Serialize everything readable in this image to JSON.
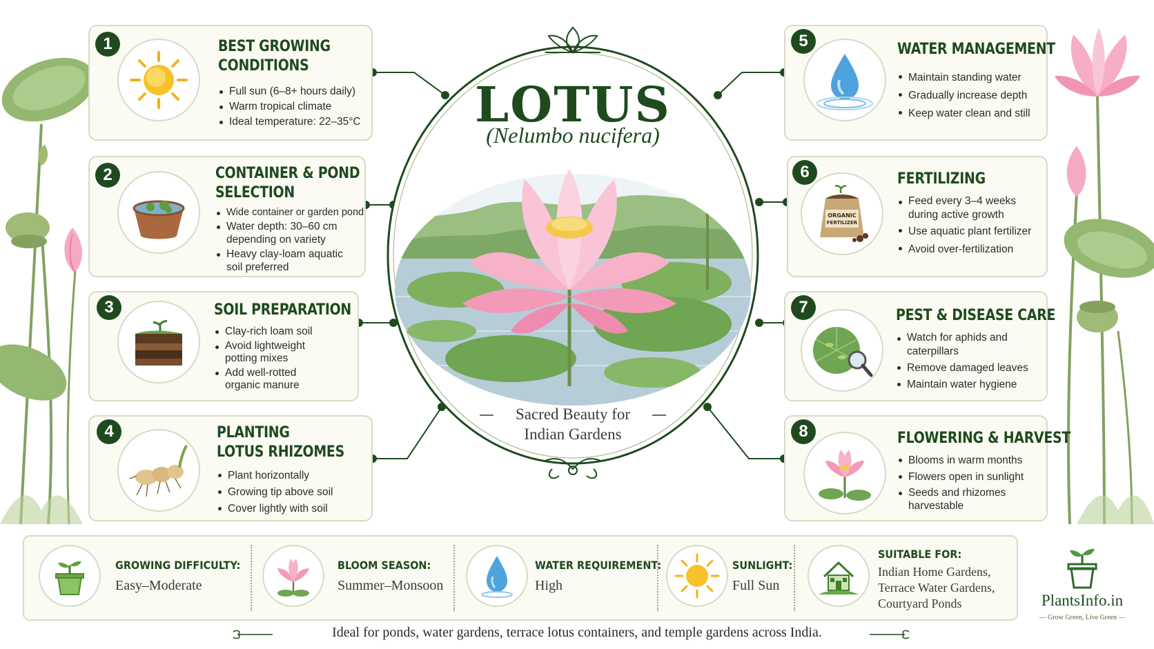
{
  "header": {
    "title": "LOTUS",
    "scientific_name": "(Nelumbo nucifera)",
    "tagline_line1": "Sacred Beauty for",
    "tagline_line2": "Indian Gardens"
  },
  "cards": [
    {
      "number": "1",
      "title_line1": "BEST GROWING",
      "title_line2": "CONDITIONS",
      "bullets": [
        "Full sun (6–8+ hours daily)",
        "Warm tropical climate",
        "Ideal temperature: 22–35°C"
      ]
    },
    {
      "number": "2",
      "title_line1": "CONTAINER & POND",
      "title_line2": "SELECTION",
      "bullets": [
        "Wide container or garden pond",
        "Water depth: 30–60 cm",
        "depending on variety",
        "Heavy clay-loam aquatic",
        "soil preferred"
      ]
    },
    {
      "number": "3",
      "title_line1": "SOIL PREPARATION",
      "title_line2": "",
      "bullets": [
        "Clay-rich loam soil",
        "Avoid lightweight",
        "potting mixes",
        "Add well-rotted",
        "organic manure"
      ]
    },
    {
      "number": "4",
      "title_line1": "PLANTING",
      "title_line2": "LOTUS RHIZOMES",
      "bullets": [
        "Plant horizontally",
        "Growing tip above soil",
        "Cover lightly with soil"
      ]
    },
    {
      "number": "5",
      "title_line1": "WATER MANAGEMENT",
      "title_line2": "",
      "bullets": [
        "Maintain standing water",
        "Gradually increase depth",
        "Keep water clean and still"
      ]
    },
    {
      "number": "6",
      "title_line1": "FERTILIZING",
      "title_line2": "",
      "bullets": [
        "Feed every 3–4 weeks",
        "during active growth",
        "Use aquatic plant fertilizer",
        "Avoid over-fertilization"
      ]
    },
    {
      "number": "7",
      "title_line1": "PEST & DISEASE CARE",
      "title_line2": "",
      "bullets": [
        "Watch for aphids and",
        "caterpillars",
        "Remove damaged leaves",
        "Maintain water hygiene"
      ]
    },
    {
      "number": "8",
      "title_line1": "FLOWERING & HARVEST",
      "title_line2": "",
      "bullets": [
        "Blooms in warm months",
        "Flowers open in sunlight",
        "Seeds and rhizomes",
        "harvestable"
      ]
    }
  ],
  "fertilizer_bag_label": "ORGANIC FERTILIZER",
  "stats": [
    {
      "label": "GROWING DIFFICULTY:",
      "value": "Easy–Moderate"
    },
    {
      "label": "BLOOM SEASON:",
      "value": "Summer–Monsoon"
    },
    {
      "label": "WATER REQUIREMENT:",
      "value": "High"
    },
    {
      "label": "SUNLIGHT:",
      "value": "Full Sun"
    },
    {
      "label": "SUITABLE FOR:",
      "value_lines": [
        "Indian Home Gardens,",
        "Terrace Water Gardens,",
        "Courtyard Ponds"
      ]
    }
  ],
  "footer": "Ideal for ponds, water gardens, terrace lotus containers, and temple gardens across India.",
  "brand": {
    "name": "PlantsInfo.in",
    "tagline": "— Grow Green, Live Green —"
  },
  "colors": {
    "dark_green": "#1e4a1e",
    "card_bg": "#fbfaf3",
    "card_border": "#d6dcc6",
    "lotus_pink": "#f29ab7"
  }
}
